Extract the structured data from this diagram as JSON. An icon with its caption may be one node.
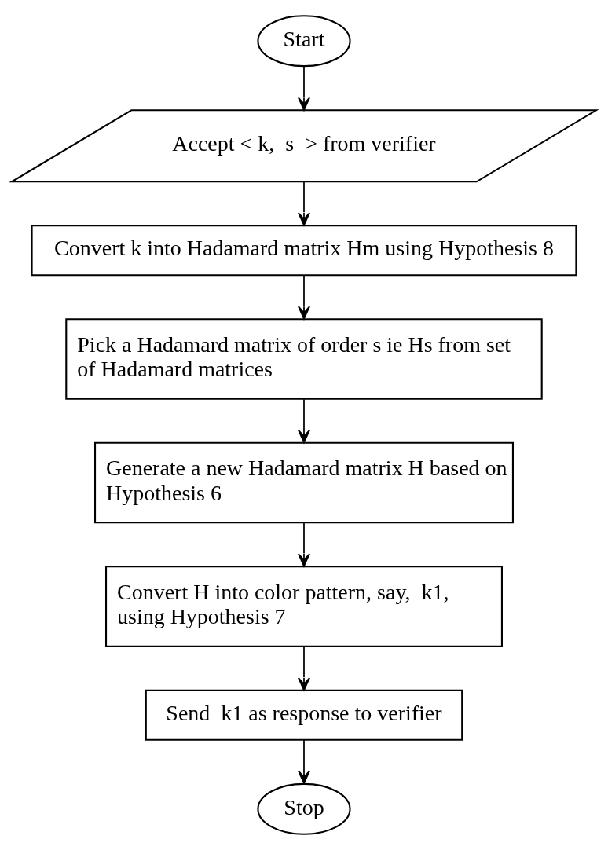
{
  "diagram": {
    "nodes": [
      {
        "text": [
          "Start"
        ]
      },
      {
        "text": [
          "Accept < k,  s  > from verifier"
        ]
      },
      {
        "text": [
          "Convert k into Hadamard matrix Hm using Hypothesis 8"
        ]
      },
      {
        "text": [
          "Pick a Hadamard matrix of order s ie Hs from set of Hadamard matrices"
        ]
      },
      {
        "text": [
          "Generate a new Hadamard matrix H based on Hypothesis 6"
        ]
      },
      {
        "text": [
          "Convert H into color pattern, say,  k1, using Hypothesis 7"
        ]
      },
      {
        "text": [
          "Send  k1 as response to verifier"
        ]
      },
      {
        "text": [
          "Stop"
        ]
      }
    ],
    "edges": [
      {
        "from": 0,
        "to": 1,
        "arrow": "to"
      },
      {
        "from": 1,
        "to": 2,
        "arrow": "to"
      },
      {
        "from": 2,
        "to": 3,
        "arrow": "to"
      },
      {
        "from": 3,
        "to": 4,
        "arrow": "to"
      },
      {
        "from": 4,
        "to": 5,
        "arrow": "to"
      },
      {
        "from": 5,
        "to": 6,
        "arrow": "to"
      },
      {
        "from": 6,
        "to": 7,
        "arrow": "to"
      }
    ]
  }
}
